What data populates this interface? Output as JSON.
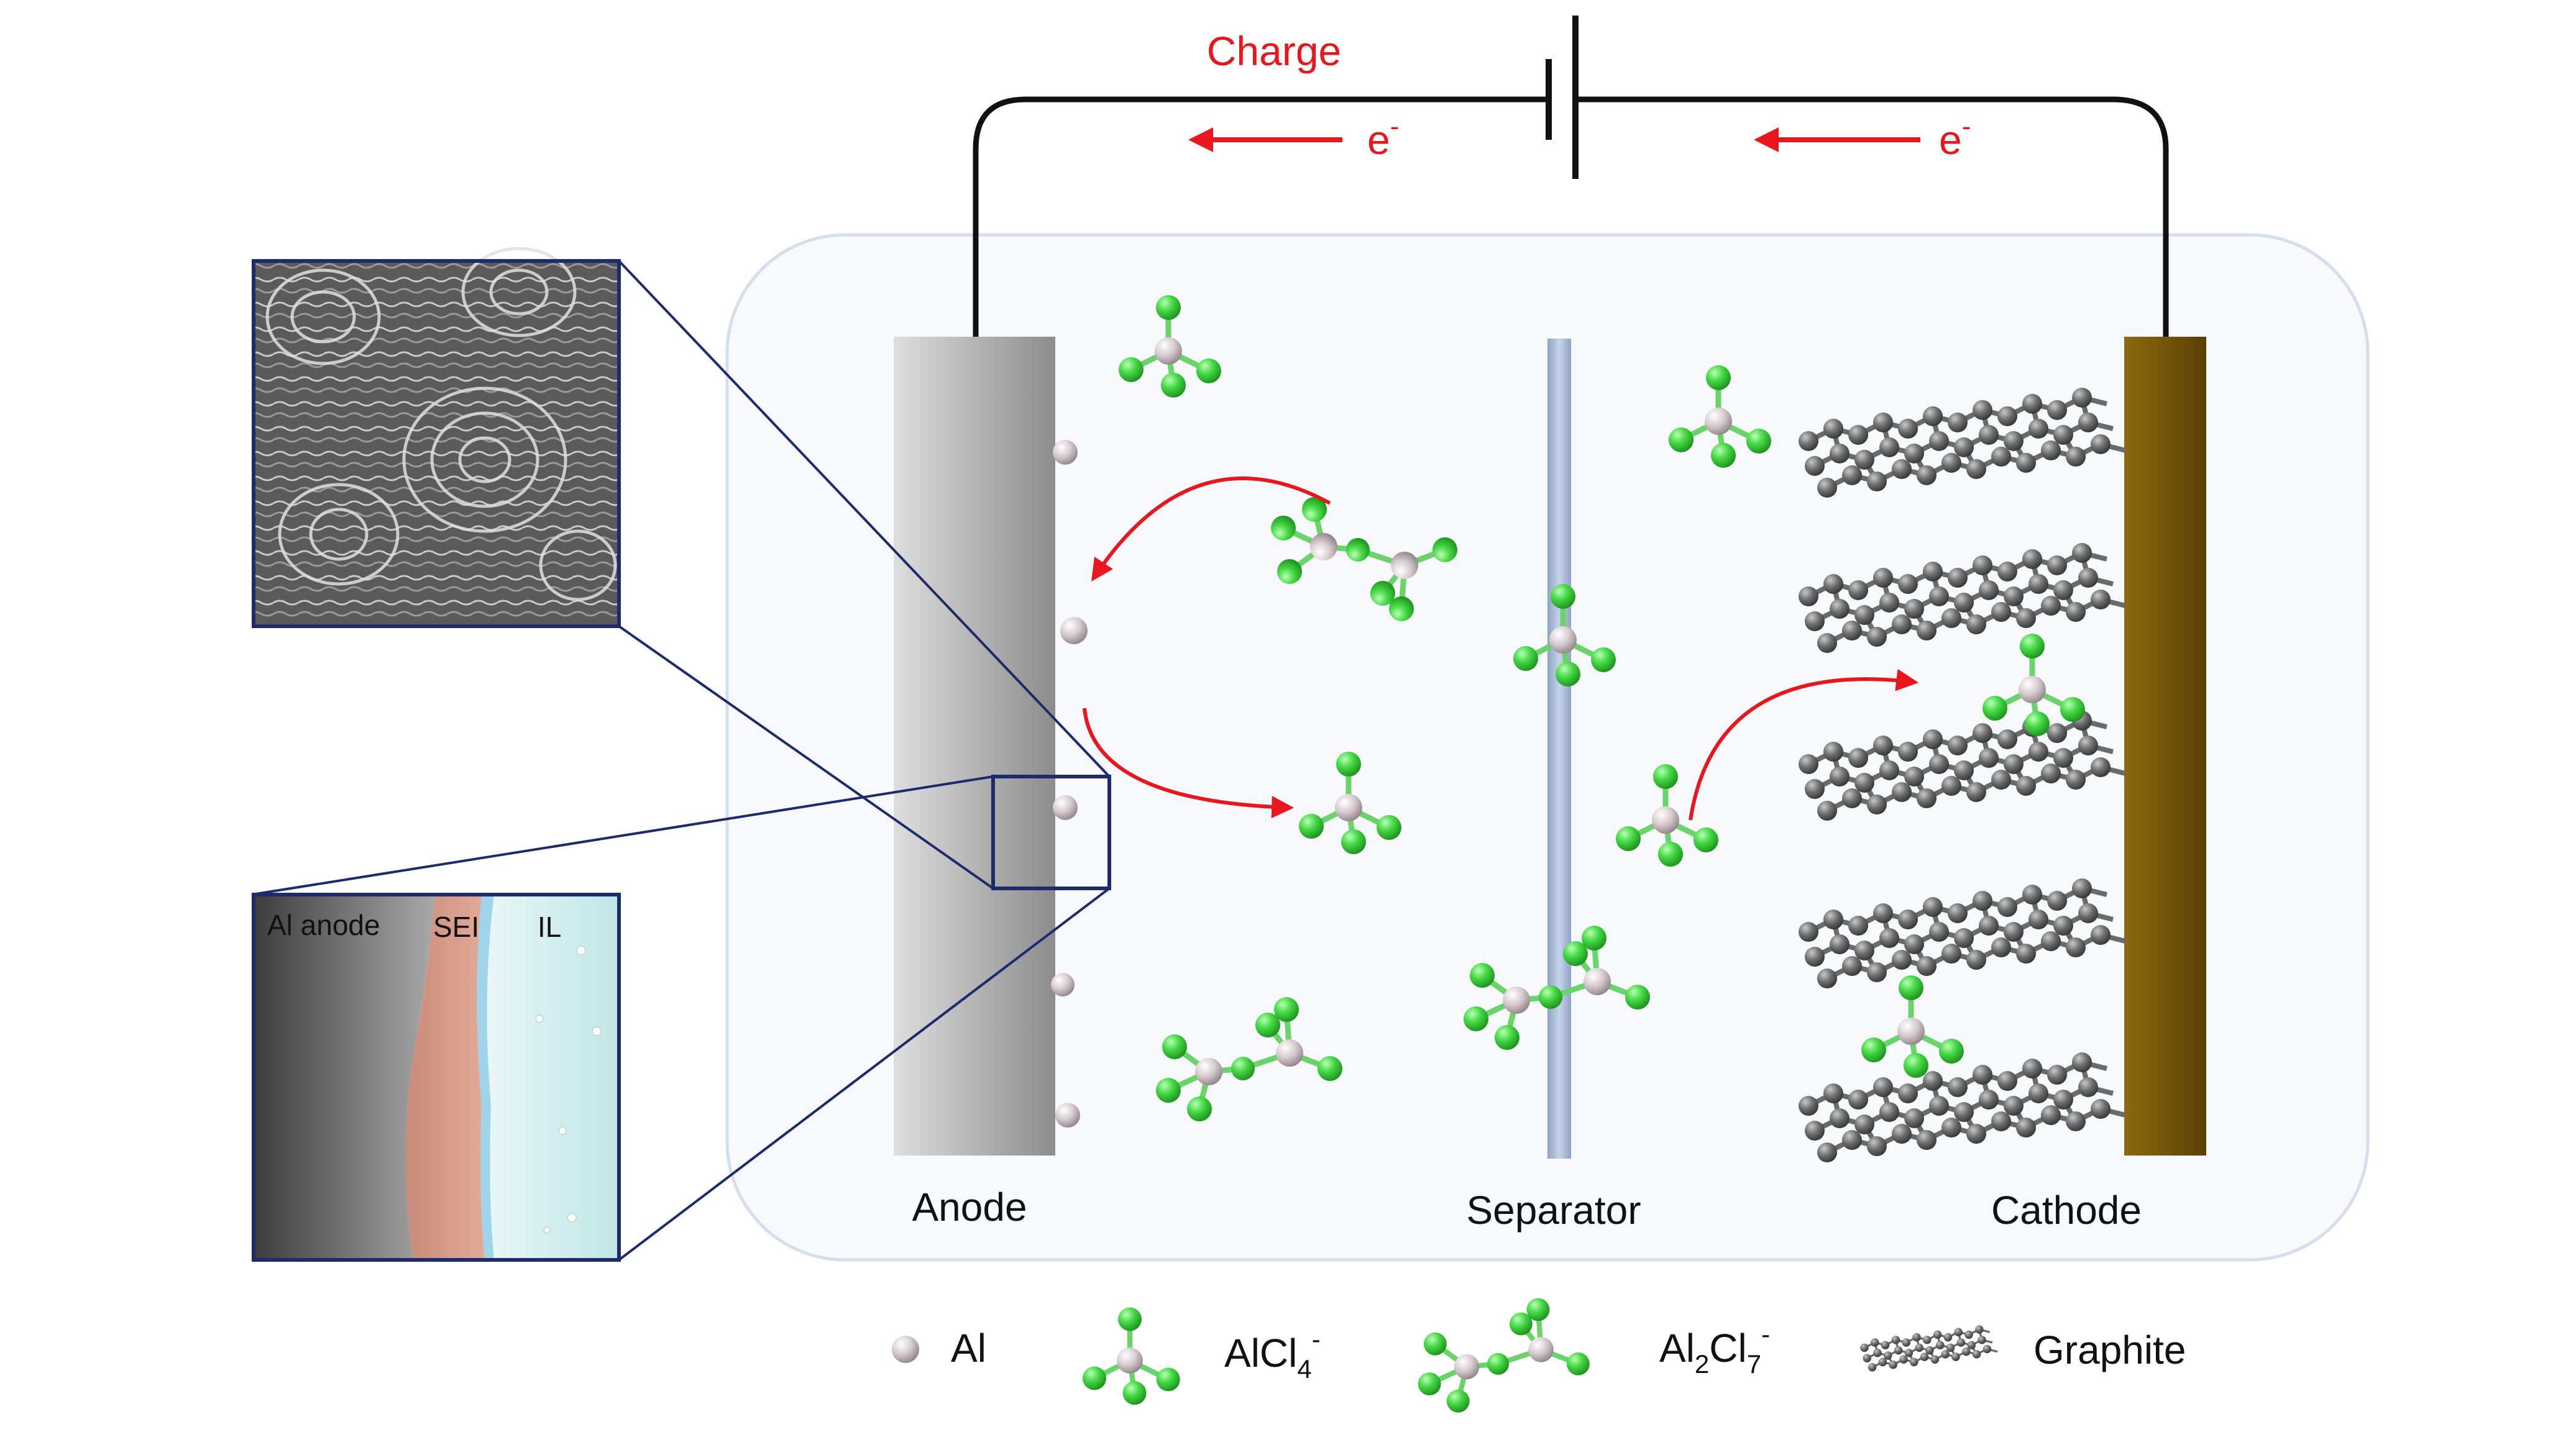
{
  "circuit": {
    "charge_label": "Charge",
    "electron_left": "e",
    "electron_right": "e",
    "electron_sup": "-"
  },
  "cell": {
    "anode_label": "Anode",
    "separator_label": "Separator",
    "cathode_label": "Cathode"
  },
  "inset": {
    "al_anode": "Al anode",
    "sei": "SEI",
    "il": "IL"
  },
  "legend": {
    "al": "Al",
    "alcl4_main": "AlCl",
    "alcl4_sub": "4",
    "alcl4_sup": "-",
    "al2cl7_a": "Al",
    "al2cl7_sub1": "2",
    "al2cl7_b": "Cl",
    "al2cl7_sub2": "7",
    "al2cl7_sup": "-",
    "graphite": "Graphite"
  },
  "colors": {
    "arrow": "#e8171d",
    "chlorine": "#3fd43f",
    "aluminum": "#cbbcc0",
    "carbon": "#6e6e6e",
    "cathode": "#7a5a08",
    "frame": "#1c2b6b"
  },
  "icons": [
    "electron-arrow-icon",
    "battery-symbol-icon",
    "reaction-arrow-icon",
    "alcl4-molecule-icon",
    "al2cl7-molecule-icon",
    "graphite-sheet-icon",
    "al-atom-icon",
    "sem-image"
  ]
}
